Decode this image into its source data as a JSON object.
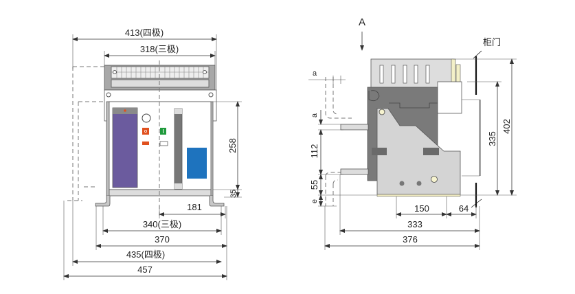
{
  "front_view": {
    "dimensions": {
      "width_four_pole_top": "413(四极)",
      "width_three_pole_top": "318(三极)",
      "height_body": "258",
      "height_base": "35",
      "center_offset": "181",
      "width_three_pole": "340(三极)",
      "width_370": "370",
      "width_four_pole": "435(四极)",
      "width_total": "457"
    }
  },
  "side_view": {
    "view_label": "A",
    "door_label": "柜门",
    "dimensions": {
      "clearance_a_top": "a",
      "clearance_a_side": "a",
      "busbar_spacing": "112",
      "busbar_bottom": "55",
      "clearance_e": "e",
      "height_total": "402",
      "height_335": "335",
      "depth_150": "150",
      "door_offset": "64",
      "depth_333": "333",
      "depth_376": "376"
    }
  },
  "colors": {
    "purple": "#6b5b9e",
    "blue": "#1e73be",
    "orange": "#e0501e",
    "green": "#1f9a3c",
    "dark_gray": "#7a7a7a",
    "light_gray": "#d9d9d9"
  }
}
